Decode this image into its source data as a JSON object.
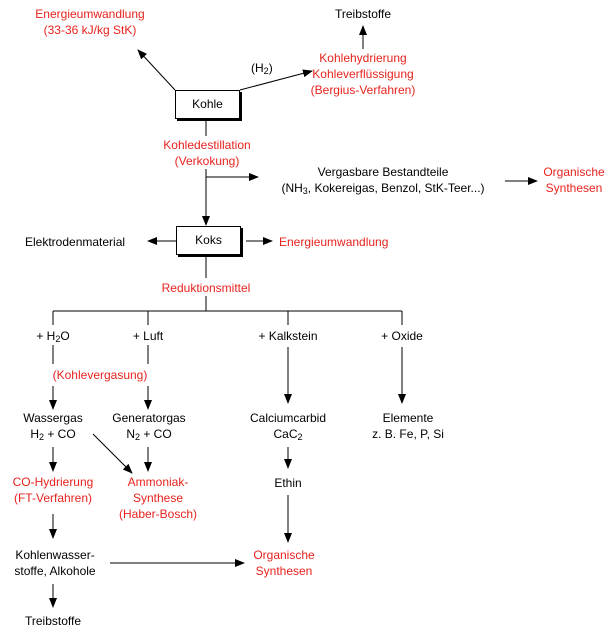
{
  "colors": {
    "highlight": "#e8231e",
    "text": "#000000",
    "background": "#ffffff"
  },
  "nodes": {
    "energie_top_1": "Energieumwandlung",
    "energie_top_2": "(33-36 kJ/kg StK)",
    "treibstoffe_top": "Treibstoffe",
    "h2_arrow_label": "(H",
    "h2_sub": "2",
    "h2_close": ")",
    "kohlehydrierung_1": "Kohlehydrierung",
    "kohlehydrierung_2": "Kohleverflüssigung",
    "kohlehydrierung_3": "(Bergius-Verfahren)",
    "kohle": "Kohle",
    "kohledestillation_1": "Kohledestillation",
    "kohledestillation_2": "(Verkokung)",
    "vergasbare_1": "Vergasbare Bestandteile",
    "vergasbare_nh": "(NH",
    "vergasbare_sub": "3",
    "vergasbare_rest": ", Kokereigas, Benzol, StK-Teer...)",
    "org_synthesen_right_1": "Organische",
    "org_synthesen_right_2": "Synthesen",
    "elektrodenmaterial": "Elektrodenmaterial",
    "koks": "Koks",
    "energie_koks": "Energieumwandlung",
    "reduktionsmittel": "Reduktionsmittel",
    "plus_h2o_a": "+ H",
    "plus_h2o_sub": "2",
    "plus_h2o_b": "O",
    "plus_luft": "+ Luft",
    "plus_kalkstein": "+ Kalkstein",
    "plus_oxide": "+ Oxide",
    "kohlevergasung": "(Kohlevergasung)",
    "wassergas_1": "Wassergas",
    "wassergas_2a": "H",
    "wassergas_sub": "2",
    "wassergas_2b": " + CO",
    "generatorgas_1": "Generatorgas",
    "generatorgas_2a": "N",
    "generatorgas_sub": "2",
    "generatorgas_2b": " + CO",
    "calciumcarbid_1": "Calciumcarbid",
    "calciumcarbid_2a": "CaC",
    "calciumcarbid_sub": "2",
    "elemente_1": "Elemente",
    "elemente_2": "z. B. Fe, P, Si",
    "co_hydrierung_1": "CO-Hydrierung",
    "co_hydrierung_2": "(FT-Verfahren)",
    "ammoniak_1": "Ammoniak-",
    "ammoniak_2": "Synthese",
    "ammoniak_3": "(Haber-Bosch)",
    "ethin": "Ethin",
    "kohlenwasser_1": "Kohlenwasser-",
    "kohlenwasser_2": "stoffe, Alkohole",
    "org_synthesen_bottom_1": "Organische",
    "org_synthesen_bottom_2": "Synthesen",
    "treibstoffe_bottom": "Treibstoffe"
  }
}
